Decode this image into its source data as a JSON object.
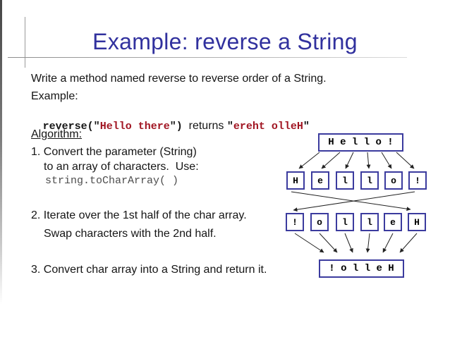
{
  "slide": {
    "title": "Example: reverse a String",
    "colors": {
      "title_blue": "#31319e",
      "code_red": "#a11522",
      "box_border_blue": "#3b3b9e",
      "arrow_color": "#222222"
    },
    "text": {
      "intro": "Write a method named reverse to reverse order of a String.",
      "example_label": "Example:",
      "algorithm_label": "Algorithm:",
      "step1_line1": "1. Convert the parameter (String)",
      "step1_line2": "to an array of characters.  Use:",
      "step1_code": "string.toCharArray( )",
      "step2_line1": "2. Iterate over the 1st half of the char array.",
      "step2_line2": "Swap characters with the 2nd half.",
      "step3": "3. Convert char array into a String and return it."
    },
    "code": {
      "call_black": "reverse(\"",
      "call_red": "Hello there",
      "call_close": "\")",
      "returns_text": "  returns ",
      "open_quote": "\"",
      "result_red": "ereht olleH",
      "close_quote": "\""
    },
    "diagram": {
      "top_box": "H e l l o !",
      "row1": [
        "H",
        "e",
        "l",
        "l",
        "o",
        "!"
      ],
      "row2": [
        "!",
        "o",
        "l",
        "l",
        "e",
        "H"
      ],
      "bottom_box": "! o l l e H"
    }
  }
}
